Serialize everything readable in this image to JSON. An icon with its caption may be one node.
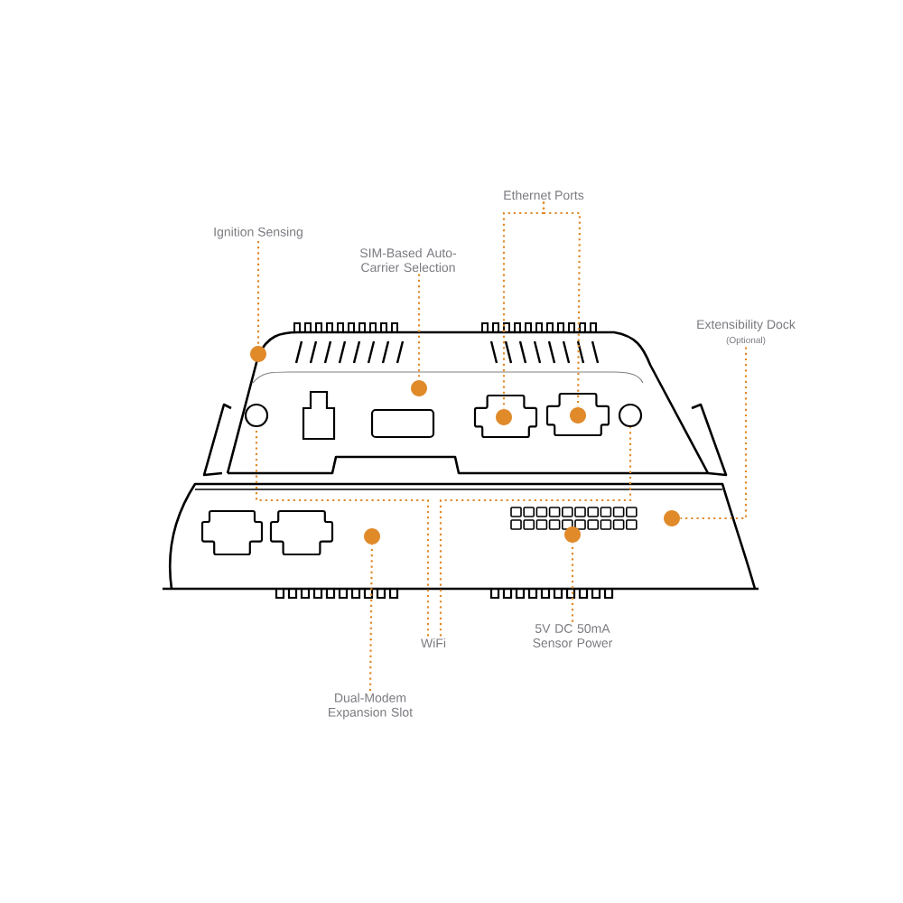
{
  "diagram": {
    "nodes": [
      {
        "text": [
          "Ignition Sensing"
        ]
      },
      {
        "text": [
          "SIM-Based Auto-Carrier Selection"
        ]
      },
      {
        "text": [
          "Ethernet Ports"
        ]
      },
      {
        "text": [
          "Extensibility Dock",
          "(Optional)"
        ]
      },
      {
        "text": [],
        "shape": "dot"
      },
      {
        "text": [],
        "shape": "dot"
      },
      {
        "text": [],
        "shape": "dot"
      },
      {
        "text": [],
        "shape": "dot"
      },
      {
        "text": [],
        "shape": "circle"
      },
      {
        "text": [],
        "shape": "circle"
      },
      {
        "text": [],
        "shape": "dot"
      },
      {
        "text": [],
        "shape": "dot"
      },
      {
        "text": [],
        "shape": "dot"
      },
      {
        "text": [
          "WiFi"
        ]
      },
      {
        "text": [
          "5V DC 50mA Sensor Power"
        ]
      },
      {
        "text": [
          "Dual-Modem Expansion Slot"
        ]
      }
    ],
    "edges": [
      {
        "from": 0,
        "to": 4,
        "arrow": "none"
      },
      {
        "from": 1,
        "to": 5,
        "arrow": "none"
      },
      {
        "from": 2,
        "to": 6,
        "arrow": "none"
      },
      {
        "from": 2,
        "to": 7,
        "arrow": "none"
      },
      {
        "from": 3,
        "to": 10,
        "arrow": "none"
      },
      {
        "from": 13,
        "to": 8,
        "arrow": "none"
      },
      {
        "from": 13,
        "to": 9,
        "arrow": "none"
      },
      {
        "from": 14,
        "to": 12,
        "arrow": "none"
      },
      {
        "from": 15,
        "to": 11,
        "arrow": "none"
      }
    ]
  }
}
